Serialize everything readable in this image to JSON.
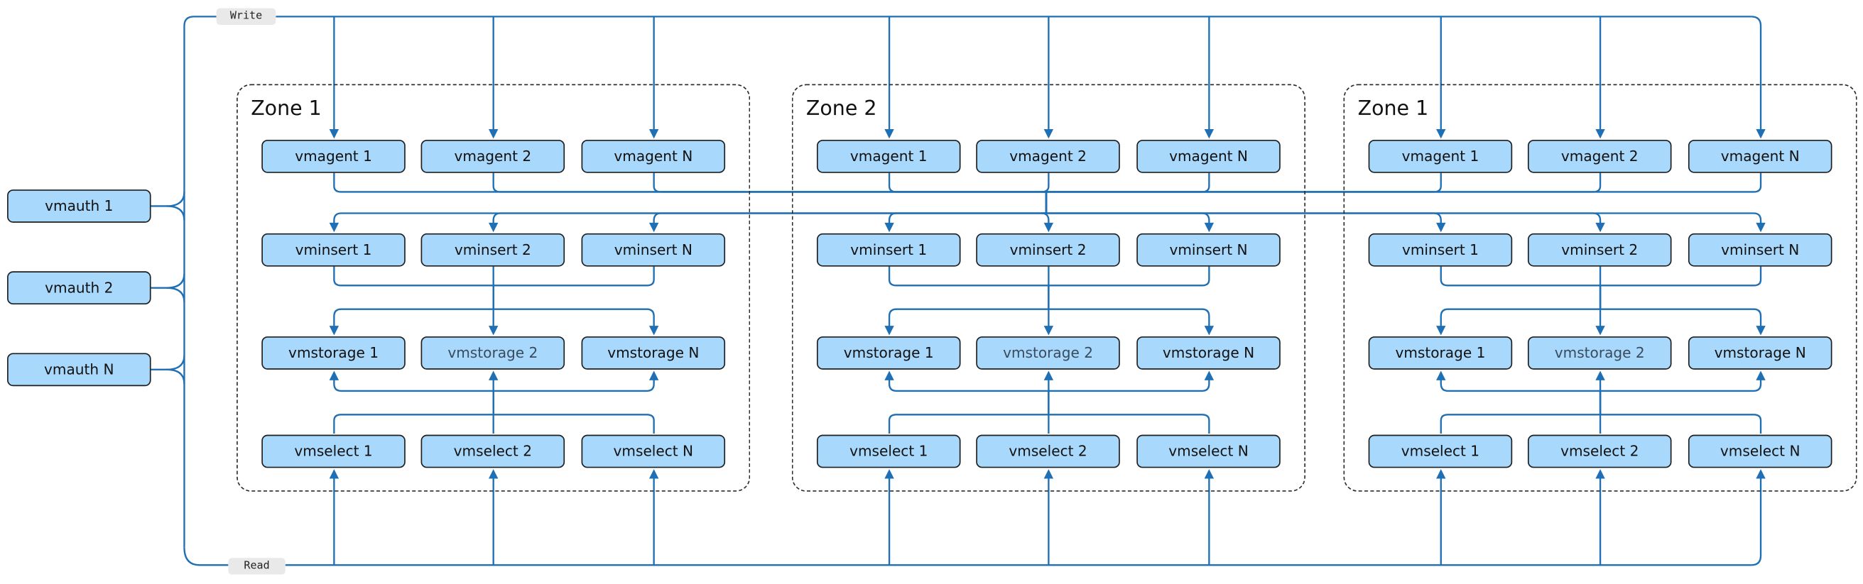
{
  "labels": {
    "write": "Write",
    "read": "Read"
  },
  "auth_nodes": [
    "vmauth 1",
    "vmauth 2",
    "vmauth N"
  ],
  "zones": [
    {
      "title": "Zone 1",
      "vmagent": [
        "vmagent 1",
        "vmagent 2",
        "vmagent N"
      ],
      "vminsert": [
        "vminsert 1",
        "vminsert 2",
        "vminsert N"
      ],
      "vmstorage": [
        "vmstorage 1",
        "vmstorage 2",
        "vmstorage N"
      ],
      "vmselect": [
        "vmselect 1",
        "vmselect 2",
        "vmselect N"
      ]
    },
    {
      "title": "Zone 2",
      "vmagent": [
        "vmagent 1",
        "vmagent 2",
        "vmagent N"
      ],
      "vminsert": [
        "vminsert 1",
        "vminsert 2",
        "vminsert N"
      ],
      "vmstorage": [
        "vmstorage 1",
        "vmstorage 2",
        "vmstorage N"
      ],
      "vmselect": [
        "vmselect 1",
        "vmselect 2",
        "vmselect N"
      ]
    },
    {
      "title": "Zone 1",
      "vmagent": [
        "vmagent 1",
        "vmagent 2",
        "vmagent N"
      ],
      "vminsert": [
        "vminsert 1",
        "vminsert 2",
        "vminsert N"
      ],
      "vmstorage": [
        "vmstorage 1",
        "vmstorage 2",
        "vmstorage N"
      ],
      "vmselect": [
        "vmselect 1",
        "vmselect 2",
        "vmselect N"
      ]
    }
  ],
  "colors": {
    "node_fill": "#a8d8fb",
    "wire": "#1f6fb5",
    "zone_border": "#2b2b2b",
    "tag_fill": "#e9e9e9"
  }
}
